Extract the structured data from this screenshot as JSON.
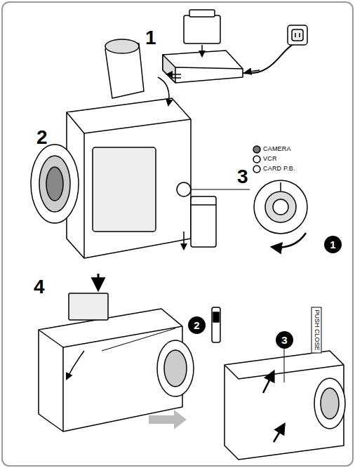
{
  "diagram": {
    "nodes": [
      {
        "text": [
          "1"
        ]
      },
      {
        "text": [
          "2"
        ]
      },
      {
        "text": [
          "3"
        ]
      }
    ],
    "labels": [
      "1",
      "2",
      "3",
      "4",
      "CAMERA",
      "VCR",
      "CARD P.B.",
      "PUSH CLOSE"
    ]
  }
}
